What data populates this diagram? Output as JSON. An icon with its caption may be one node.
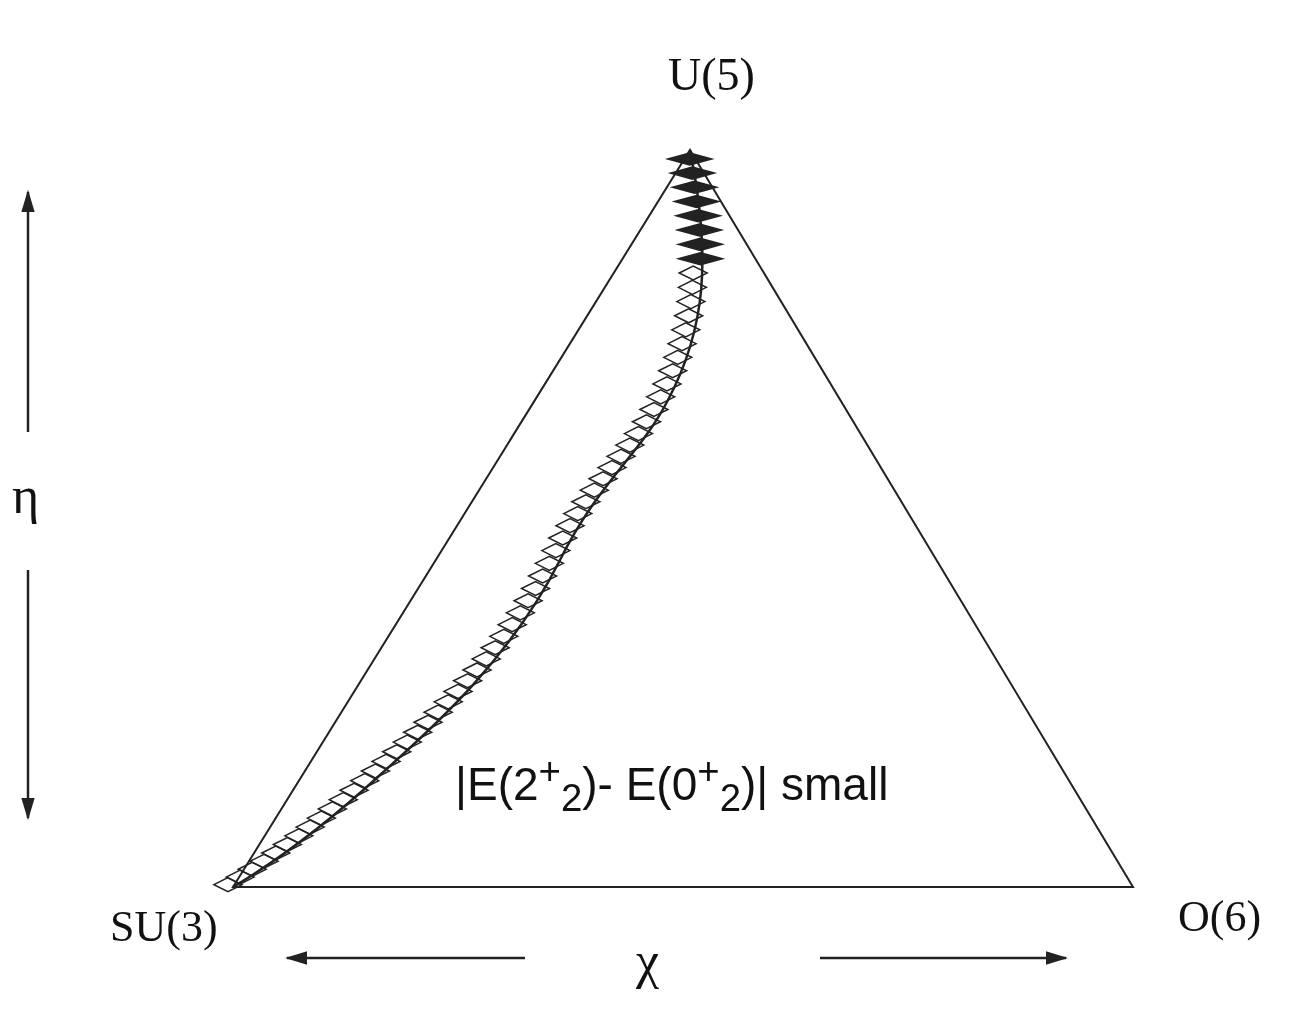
{
  "diagram": {
    "labels": [
      "U(5)",
      "η",
      "|E(2$^{+}$$_{2}$)- E(0$^{+}$$_{2}$)| small",
      "SU(3)",
      "O(6)",
      "χ"
    ]
  }
}
